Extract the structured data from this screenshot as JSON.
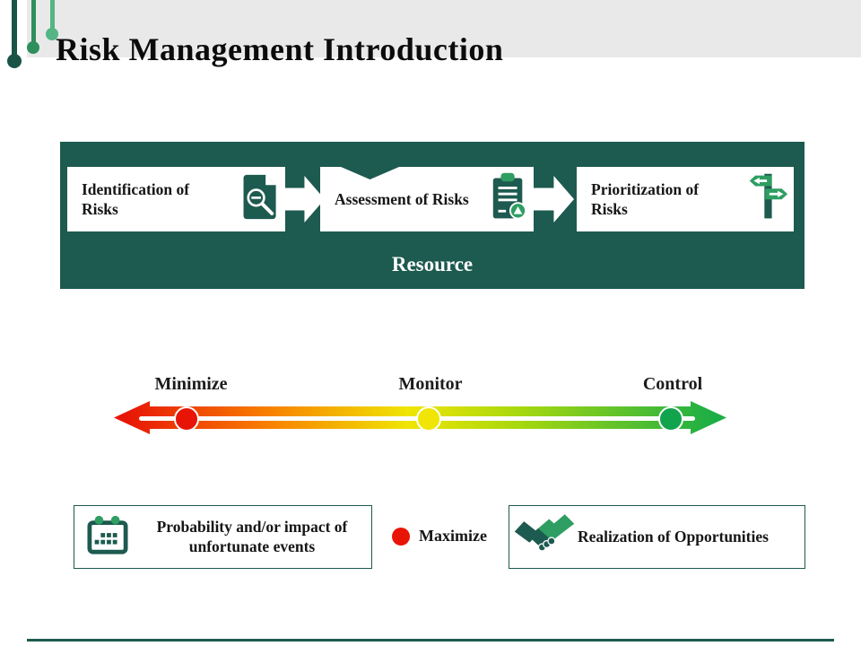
{
  "header": {
    "title": "Risk Management Introduction"
  },
  "process": {
    "banner_label": "Resource",
    "steps": [
      {
        "label": "Identification of Risks",
        "icon": "document-search-icon"
      },
      {
        "label": "Assessment of Risks",
        "icon": "clipboard-report-icon"
      },
      {
        "label": "Prioritization of Risks",
        "icon": "signpost-icon"
      }
    ]
  },
  "scale": {
    "labels": [
      "Minimize",
      "Monitor",
      "Control"
    ],
    "dots": [
      {
        "label": "Minimize",
        "color": "#e81507"
      },
      {
        "label": "Monitor",
        "color": "#f0e504"
      },
      {
        "label": "Control",
        "color": "#12a34d"
      }
    ],
    "gradient": [
      "#e81507",
      "#f87f00",
      "#f0e504",
      "#a8d80e",
      "#1cae46"
    ]
  },
  "legend": {
    "probability": {
      "icon": "calendar-icon",
      "label": "Probability and/or impact of unfortunate events"
    },
    "maximize": {
      "icon": "red-dot",
      "label": "Maximize",
      "dot_color": "#e81507"
    },
    "realization": {
      "icon": "handshake-icon",
      "label": "Realization of Opportunities"
    }
  },
  "colors": {
    "teal": "#1d5a4f",
    "green_accent": "#2e9e62",
    "light_green": "#54b585",
    "header_bg": "#e9e9e9"
  }
}
